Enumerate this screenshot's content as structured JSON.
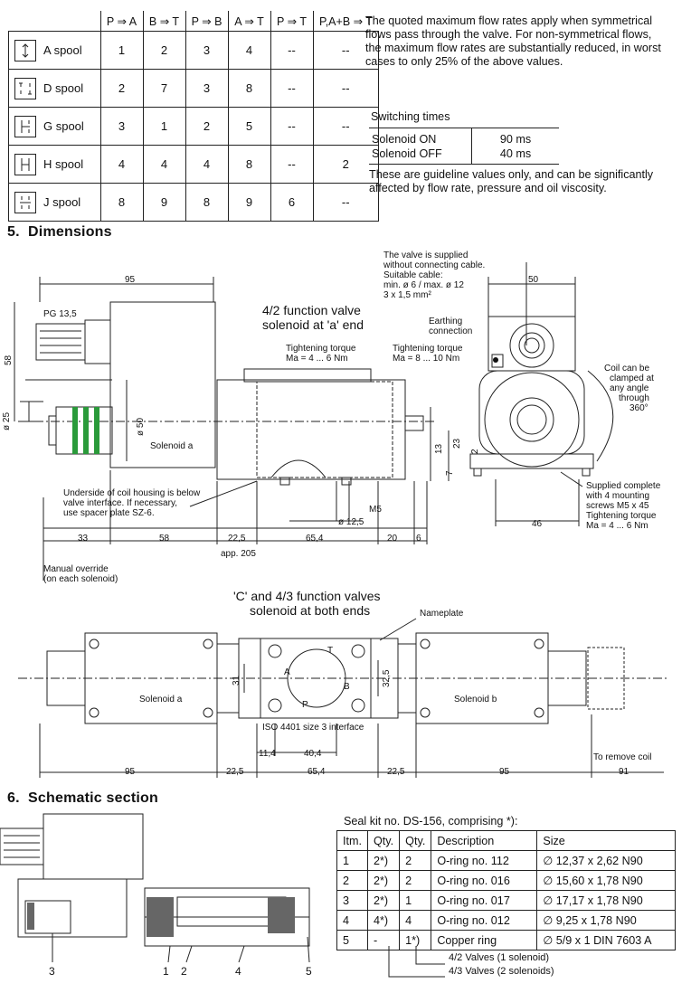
{
  "flow_table": {
    "headers": [
      "P ⇒ A",
      "B ⇒ T",
      "P ⇒ B",
      "A ⇒ T",
      "P ⇒ T",
      "P,A+B ⇒ T"
    ],
    "rows": [
      {
        "name": "A spool",
        "values": [
          "1",
          "2",
          "3",
          "4",
          "--",
          "--"
        ]
      },
      {
        "name": "D spool",
        "values": [
          "2",
          "7",
          "3",
          "8",
          "--",
          "--"
        ]
      },
      {
        "name": "G spool",
        "values": [
          "3",
          "1",
          "2",
          "5",
          "--",
          "--"
        ]
      },
      {
        "name": "H spool",
        "values": [
          "4",
          "4",
          "4",
          "8",
          "--",
          "2"
        ]
      },
      {
        "name": "J spool",
        "values": [
          "8",
          "9",
          "8",
          "9",
          "6",
          "--"
        ]
      }
    ]
  },
  "flow_note": "The quoted maximum flow rates apply when symmetrical flows pass through the valve. For non-symmetrical flows, the maximum flow rates are substantially reduced, in worst cases to only 25% of the above values.",
  "switching": {
    "title": "Switching times",
    "rows": [
      {
        "label": "Solenoid ON",
        "value": "90 ms"
      },
      {
        "label": "Solenoid OFF",
        "value": "40 ms"
      }
    ],
    "note": "These are guideline values only, and can be significantly affected by flow rate, pressure and oil viscosity."
  },
  "section5": {
    "number": "5.",
    "title": "Dimensions"
  },
  "section6": {
    "number": "6.",
    "title": "Schematic section"
  },
  "drawing1": {
    "title_line1": "4/2 function valve",
    "title_line2": "solenoid at 'a' end",
    "d95": "95",
    "pg": "PG 13,5",
    "d58v": "58",
    "d25": "ø 25",
    "d50": "ø 50",
    "solenoid_a": "Solenoid a",
    "torque1_l1": "Tightening torque",
    "torque1_l2": "Ma = 4 ... 6 Nm",
    "torque2_l1": "Tightening torque",
    "torque2_l2": "Ma = 8 ... 10 Nm",
    "cable_l1": "The valve is supplied",
    "cable_l2": "without connecting cable.",
    "cable_l3": "Suitable cable:",
    "cable_l4": "min. ø 6 / max. ø 12",
    "cable_l5": "3 x 1,5 mm²",
    "earth_l1": "Earthing",
    "earth_l2": "connection",
    "d50top": "50",
    "coil_l1": "Coil can be",
    "coil_l2": "clamped at",
    "coil_l3": "any angle",
    "coil_l4": "through",
    "coil_l5": "360°",
    "d13": "13",
    "d23": "23",
    "d2": "2",
    "d7": "7",
    "underside_l1": "Underside of coil housing is below",
    "underside_l2": "valve interface. If necessary,",
    "underside_l3": "use spacer plate SZ-6.",
    "m5": "M5",
    "d125": "ø 12,5",
    "supplied_l1": "Supplied complete",
    "supplied_l2": "with 4 mounting",
    "supplied_l3": "screws M5 x 45",
    "supplied_l4": "Tightening torque",
    "supplied_l5": "Ma = 4 ... 6 Nm",
    "d46": "46",
    "d33": "33",
    "d58": "58",
    "d225": "22,5",
    "d654": "65,4",
    "d20": "20",
    "d6": "6",
    "app205": "app. 205",
    "override_l1": "Manual override",
    "override_l2": "(on each solenoid)"
  },
  "drawing2": {
    "title_line1": "'C' and 4/3 function valves",
    "title_line2": "solenoid at both ends",
    "nameplate": "Nameplate",
    "solenoid_a": "Solenoid a",
    "solenoid_b": "Solenoid b",
    "d31": "31",
    "d325": "32,5",
    "iso": "ISO 4401 size 3 interface",
    "d114": "11,4",
    "d404": "40,4",
    "port_a": "A",
    "port_b": "B",
    "port_p": "P",
    "port_t": "T",
    "remove_coil": "To remove coil",
    "dims": [
      "95",
      "22,5",
      "65,4",
      "22,5",
      "95",
      "91"
    ]
  },
  "drawing3": {
    "callouts": [
      "3",
      "1",
      "2",
      "4",
      "5"
    ]
  },
  "seal": {
    "title": "Seal kit no. DS-156, comprising *):",
    "headers": [
      "Itm.",
      "Qty.",
      "Qty.",
      "Description",
      "Size"
    ],
    "rows": [
      [
        "1",
        "2*)",
        "2",
        "O-ring no. 112",
        "∅ 12,37 x 2,62 N90"
      ],
      [
        "2",
        "2*)",
        "2",
        "O-ring no. 016",
        "∅ 15,60 x 1,78 N90"
      ],
      [
        "3",
        "2*)",
        "1",
        "O-ring no. 017",
        "∅ 17,17 x 1,78 N90"
      ],
      [
        "4",
        "4*)",
        "4",
        "O-ring no. 012",
        "∅  9,25 x 1,78 N90"
      ],
      [
        "5",
        "-",
        "1*)",
        "Copper ring",
        "∅ 5/9 x 1 DIN 7603 A"
      ]
    ],
    "note1": "4/2 Valves (1 solenoid)",
    "note2": "4/3 Valves (2 solenoids)"
  }
}
